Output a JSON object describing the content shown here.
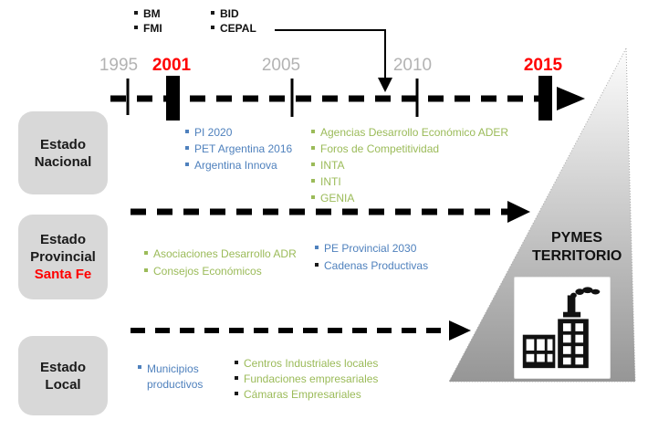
{
  "colors": {
    "blue": "#4F81BD",
    "green": "#9BBB59",
    "red": "#FF0000",
    "year_gray": "#B3B3B3",
    "box_fill": "#D8D8D8"
  },
  "intl_orgs": {
    "col1": [
      "BM",
      "FMI"
    ],
    "col2": [
      "BID",
      "CEPAL"
    ]
  },
  "timeline": {
    "years": [
      "1995",
      "2001",
      "2005",
      "2010",
      "2015"
    ]
  },
  "levels": {
    "national": {
      "box": [
        "Estado",
        "Nacional"
      ],
      "blue_items": [
        "PI 2020",
        "PET Argentina 2016",
        "Argentina Innova"
      ],
      "green_items": [
        "Agencias Desarrollo Económico ADER",
        "Foros de Competitividad",
        "INTA",
        "INTI",
        "GENIA"
      ]
    },
    "provincial": {
      "box": [
        "Estado",
        "Provincial"
      ],
      "box_highlight": "Santa Fe",
      "green_items": [
        "Asociaciones Desarrollo ADR",
        "Consejos Económicos"
      ],
      "blue_items": [
        "PE Provincial 2030",
        "Cadenas Productivas"
      ]
    },
    "local": {
      "box": [
        "Estado",
        "Local"
      ],
      "blue_items": [
        "Municipios productivos"
      ],
      "green_items": [
        "Centros Industriales locales",
        "Fundaciones empresariales",
        "Cámaras Empresariales"
      ]
    }
  },
  "goal": {
    "line1": "PYMES",
    "line2": "TERRITORIO"
  }
}
